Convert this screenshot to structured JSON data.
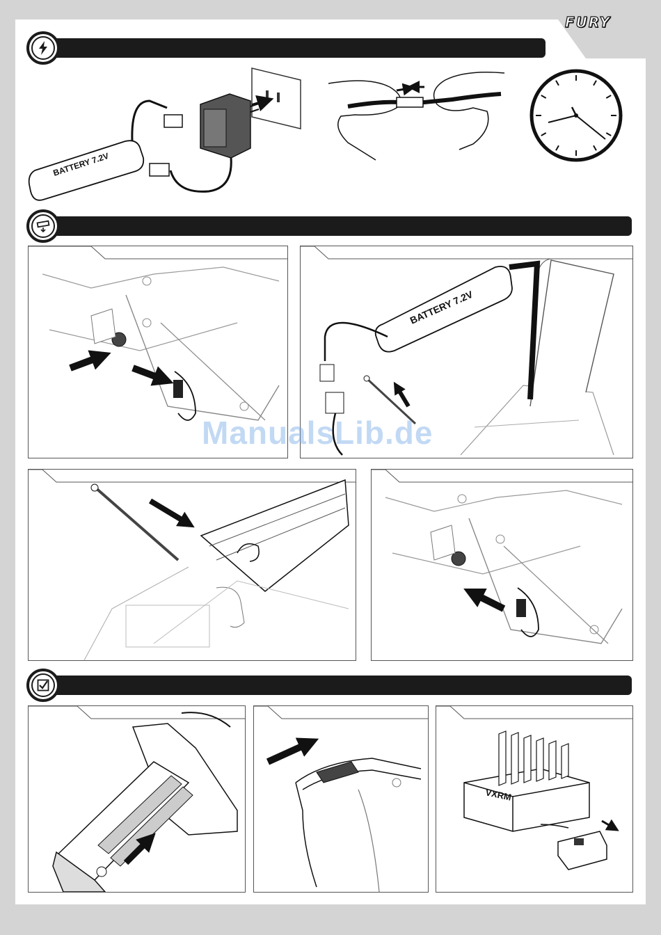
{
  "brand": {
    "logo_text": "FURY"
  },
  "battery": {
    "label": "BATTERY 7.2V"
  },
  "watermark": {
    "text": "ManualsLib.de"
  },
  "esc_label": "VXRM",
  "colors": {
    "bar": "#1b1b1b",
    "page": "#ffffff",
    "background": "#d4d4d4",
    "watermark": "#78aae6"
  },
  "icons": {
    "section1": "lightning-icon",
    "section2": "battery-insert-icon",
    "section3": "checkmark-icon",
    "clock": "clock-icon"
  }
}
